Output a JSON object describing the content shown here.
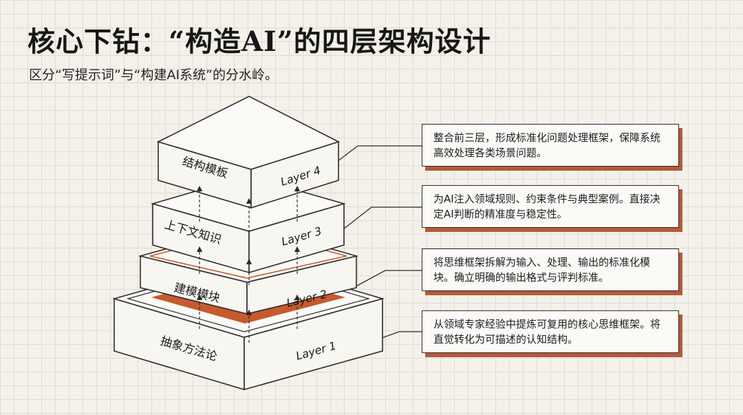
{
  "title": "核心下钻：“构造AI”的四层架构设计",
  "subtitle": "区分“写提示词”与“构建AI系统”的分水岭。",
  "layers": [
    {
      "name": "抽象方法论",
      "label": "Layer 1",
      "description": "从领域专家经验中提炼可复用的核心思维框架。将直觉转化为可描述的认知结构。"
    },
    {
      "name": "建模模块",
      "label": "Layer 2",
      "description": "将思维框架拆解为输入、处理、输出的标准化模块。确立明确的输出格式与评判标准。"
    },
    {
      "name": "上下文知识",
      "label": "Layer 3",
      "description": "为AI注入领域规则、约束条件与典型案例。直接决定AI判断的精准度与稳定性。"
    },
    {
      "name": "结构模板",
      "label": "Layer 4",
      "description": "整合前三层，形成标准化问题处理框架，保障系统高效处理各类场景问题。"
    }
  ],
  "colors": {
    "accent": "#c75a2e",
    "shadow": "#b45a3a",
    "line": "#2b2b2b"
  }
}
